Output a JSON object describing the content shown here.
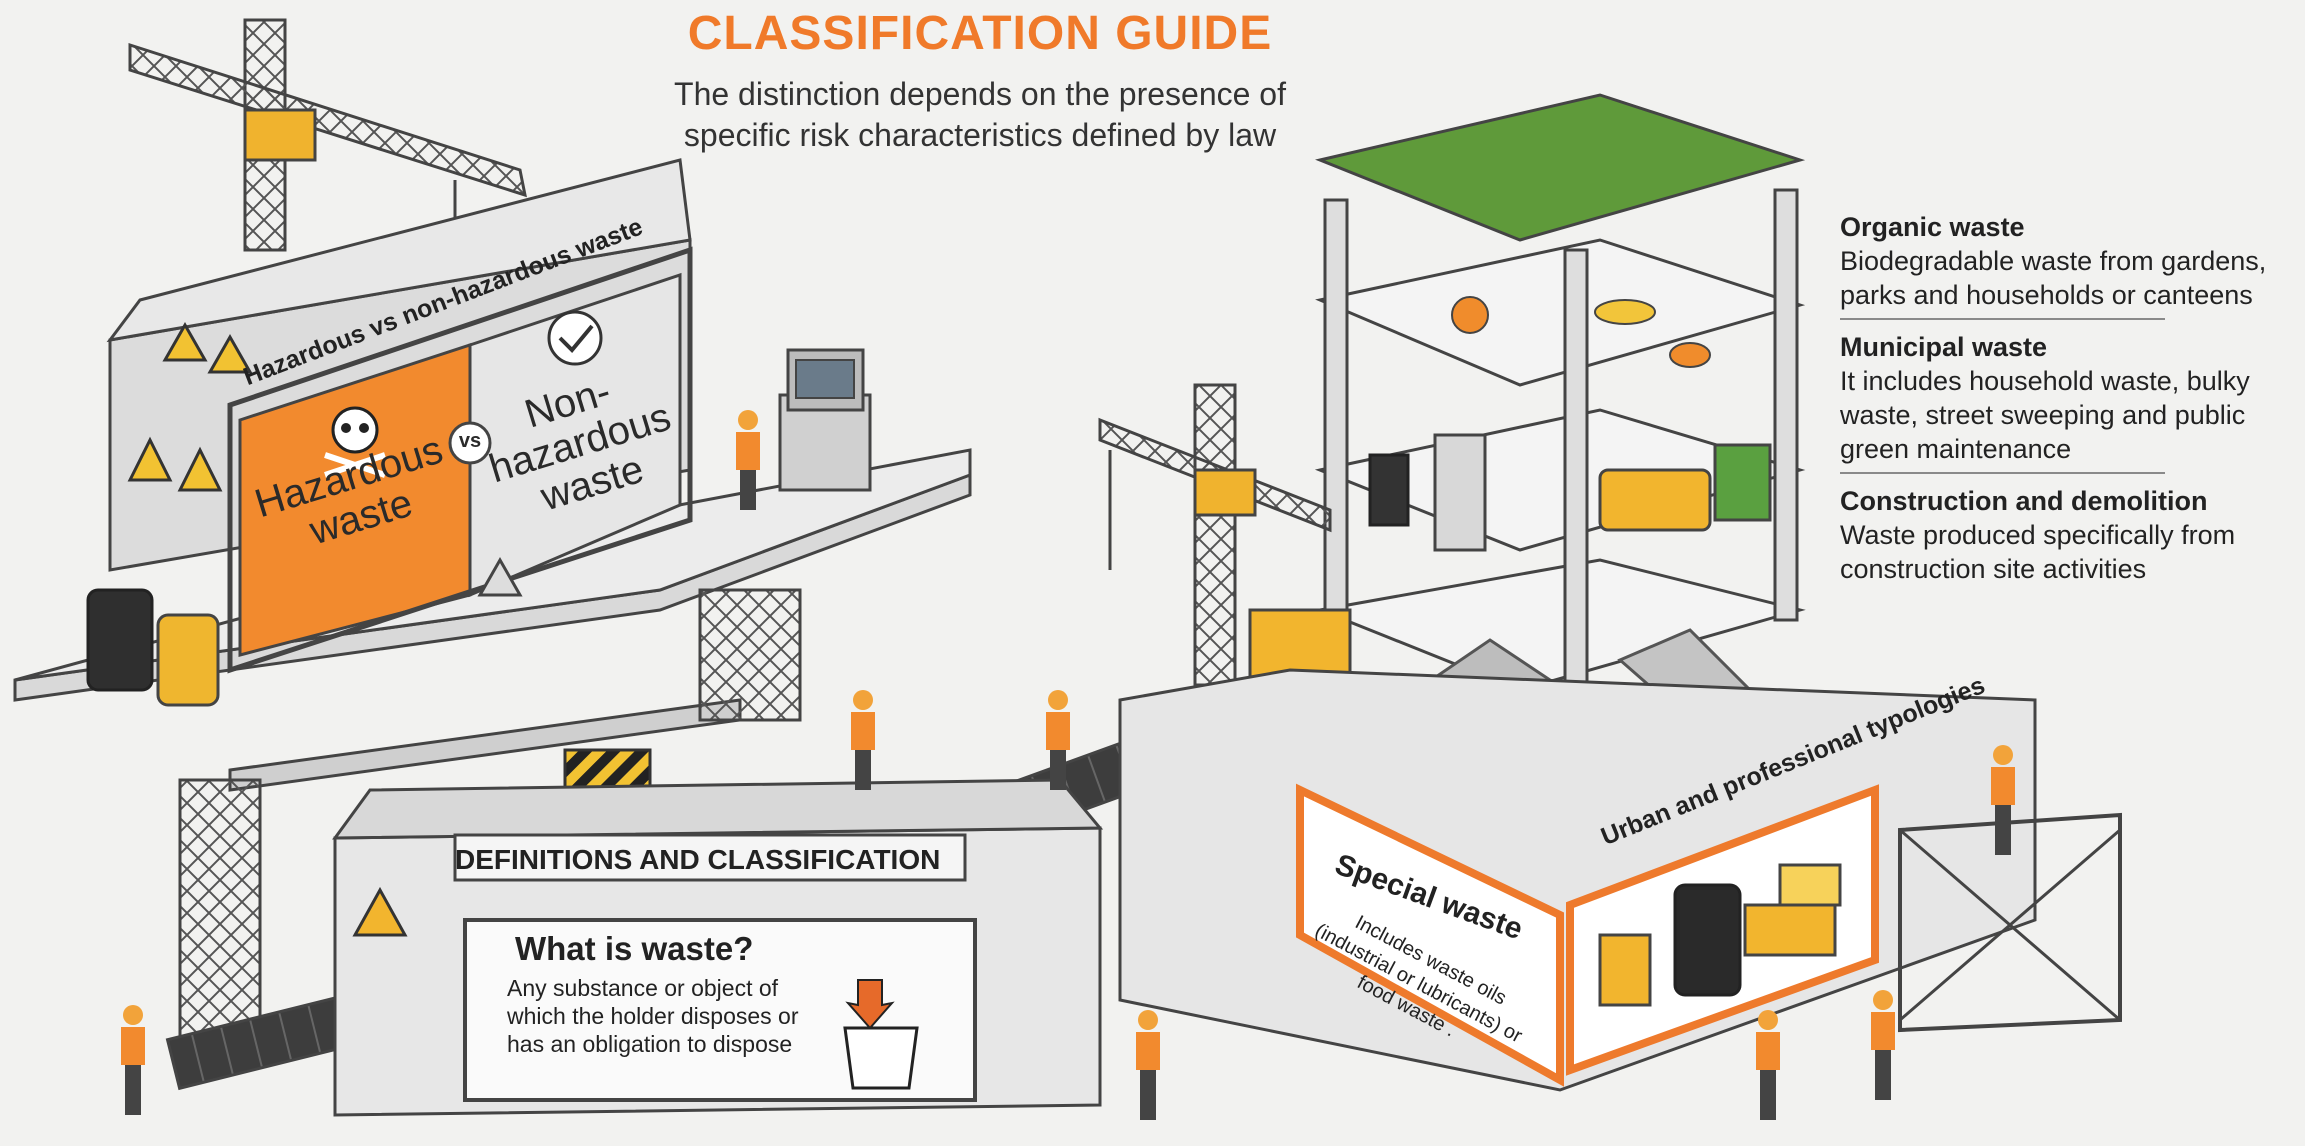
{
  "header": {
    "title": "CLASSIFICATION GUIDE",
    "subtitle": "The distinction depends on the presence of specific risk characteristics defined by law"
  },
  "billboard": {
    "banner": "Hazardous vs non-hazardous waste",
    "left_label": "Hazardous waste",
    "vs": "vs",
    "right_label": "Non-hazardous waste"
  },
  "definitions": {
    "banner": "DEFINITIONS AND CLASSIFICATION",
    "question": "What is waste?",
    "answer": "Any substance or object of which the holder disposes or has an obligation to dispose"
  },
  "special": {
    "title": "Special waste",
    "body": "Includes waste oils (industrial or lubricants) or food waste ."
  },
  "urban_banner": "Urban and professional typologies",
  "categories": [
    {
      "title": "Organic waste",
      "body": "Biodegradable waste from gardens, parks and households or canteens"
    },
    {
      "title": "Municipal waste",
      "body": "It includes household waste, bulky waste, street sweeping and public green maintenance"
    },
    {
      "title": "Construction and demolition",
      "body": "Waste produced specifically from construction site activities"
    }
  ],
  "colors": {
    "accent": "#f07a2a",
    "hazard": "#f28a2e",
    "frame": "#4a4a4a"
  }
}
